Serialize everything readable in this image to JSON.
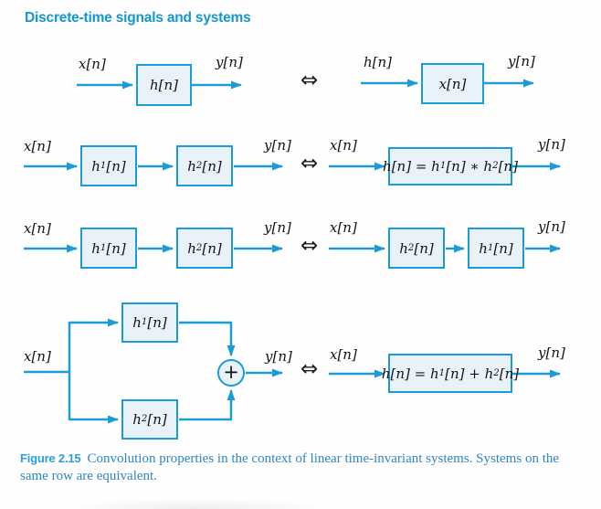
{
  "page": {
    "title": "Discrete-time signals and systems"
  },
  "colors": {
    "accent": "#1B9CD8",
    "block_fill": "#E9F1F9",
    "title": "#1795CE",
    "caption_label": "#29A0DA",
    "caption_text": "#2E86C8"
  },
  "symbols": {
    "equivalence": "⇔",
    "sum": "+"
  },
  "rows": [
    {
      "left": {
        "input": "x[n]",
        "blocks": [
          "h[n]"
        ],
        "output": "y[n]"
      },
      "right": {
        "input": "h[n]",
        "blocks": [
          "x[n]"
        ],
        "output": "y[n]"
      }
    },
    {
      "left": {
        "input": "x[n]",
        "blocks": [
          "h_{1}[n]",
          "h_{2}[n]"
        ],
        "output": "y[n]"
      },
      "right": {
        "input": "x[n]",
        "blocks": [
          "h[n] = h_{1}[n] ∗ h_{2}[n]"
        ],
        "output": "y[n]"
      }
    },
    {
      "left": {
        "input": "x[n]",
        "blocks": [
          "h_{1}[n]",
          "h_{2}[n]"
        ],
        "output": "y[n]"
      },
      "right": {
        "input": "x[n]",
        "blocks": [
          "h_{2}[n]",
          "h_{1}[n]"
        ],
        "output": "y[n]"
      }
    },
    {
      "left": {
        "input": "x[n]",
        "blocks": [
          "h_{1}[n]",
          "h_{2}[n]"
        ],
        "output": "y[n]"
      },
      "right": {
        "input": "x[n]",
        "blocks": [
          "h[n] = h_{1}[n] + h_{2}[n]"
        ],
        "output": "y[n]"
      }
    }
  ],
  "caption": {
    "label": "Figure 2.15",
    "text": "Convolution properties in the context of linear time-invariant systems. Systems on the same row are equivalent."
  }
}
